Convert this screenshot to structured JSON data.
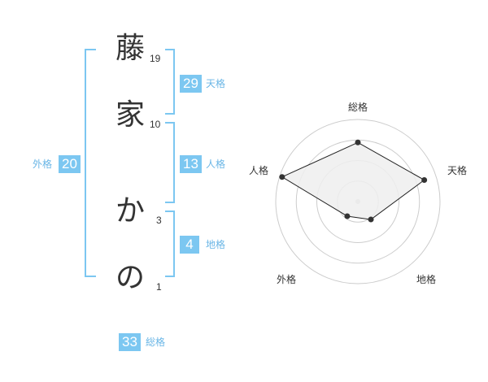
{
  "name": {
    "chars": [
      {
        "char": "藤",
        "strokes": "19"
      },
      {
        "char": "家",
        "strokes": "10"
      },
      {
        "char": "か",
        "strokes": "3"
      },
      {
        "char": "の",
        "strokes": "1"
      }
    ]
  },
  "kakaku": {
    "tenkaku": {
      "value": "29",
      "label": "天格"
    },
    "jinkaku": {
      "value": "13",
      "label": "人格"
    },
    "chikaku": {
      "value": "4",
      "label": "地格"
    },
    "gaikaku": {
      "value": "20",
      "label": "外格"
    },
    "soukaku": {
      "value": "33",
      "label": "総格"
    }
  },
  "colors": {
    "accent": "#7cc7f1",
    "radar_fill": "#efefef",
    "ring": "#cccccc"
  },
  "chart_data": {
    "type": "radar",
    "axes": [
      "総格",
      "天格",
      "地格",
      "外格",
      "人格"
    ],
    "values": [
      0.72,
      0.85,
      0.27,
      0.22,
      0.97
    ],
    "max": 1,
    "rings": 4
  }
}
